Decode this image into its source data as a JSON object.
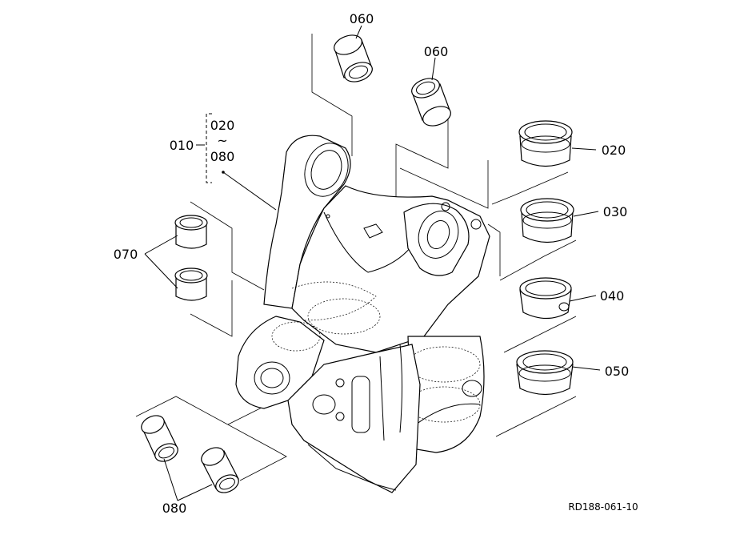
{
  "labels": {
    "p060a": "060",
    "p060b": "060",
    "p010": "010",
    "p010_from": "020",
    "p010_tilde": "~",
    "p010_to": "080",
    "p020": "020",
    "p030": "030",
    "p040": "040",
    "p050": "050",
    "p070": "070",
    "p080": "080"
  },
  "reference": "RD188-061-10"
}
